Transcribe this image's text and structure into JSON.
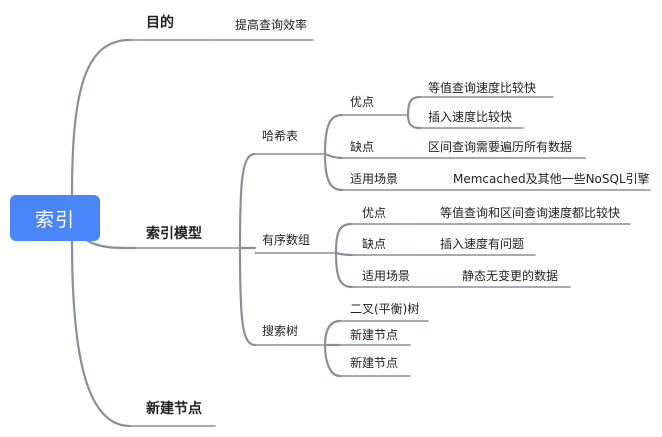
{
  "root": {
    "label": "索引"
  },
  "branches": {
    "goal": {
      "label": "目的",
      "child": "提高查询效率"
    },
    "model": {
      "label": "索引模型",
      "hash": {
        "label": "哈希表",
        "pros": {
          "label": "优点",
          "items": [
            "等值查询速度比较快",
            "插入速度比较快"
          ]
        },
        "cons": {
          "label": "缺点",
          "value": "区间查询需要遍历所有数据"
        },
        "usage": {
          "label": "适用场景",
          "value": "Memcached及其他一些NoSQL引擎"
        }
      },
      "ordered": {
        "label": "有序数组",
        "pros": {
          "label": "优点",
          "value": "等值查询和区间查询速度都比较快"
        },
        "cons": {
          "label": "缺点",
          "value": "插入速度有问题"
        },
        "usage": {
          "label": "适用场景",
          "value": "静态无变更的数据"
        }
      },
      "tree": {
        "label": "搜索树",
        "items": [
          "二叉(平衡)树",
          "新建节点",
          "新建节点"
        ]
      }
    },
    "new_node": {
      "label": "新建节点"
    }
  },
  "colors": {
    "root_fill": "#4a86f7",
    "connector": "#8a9099"
  }
}
